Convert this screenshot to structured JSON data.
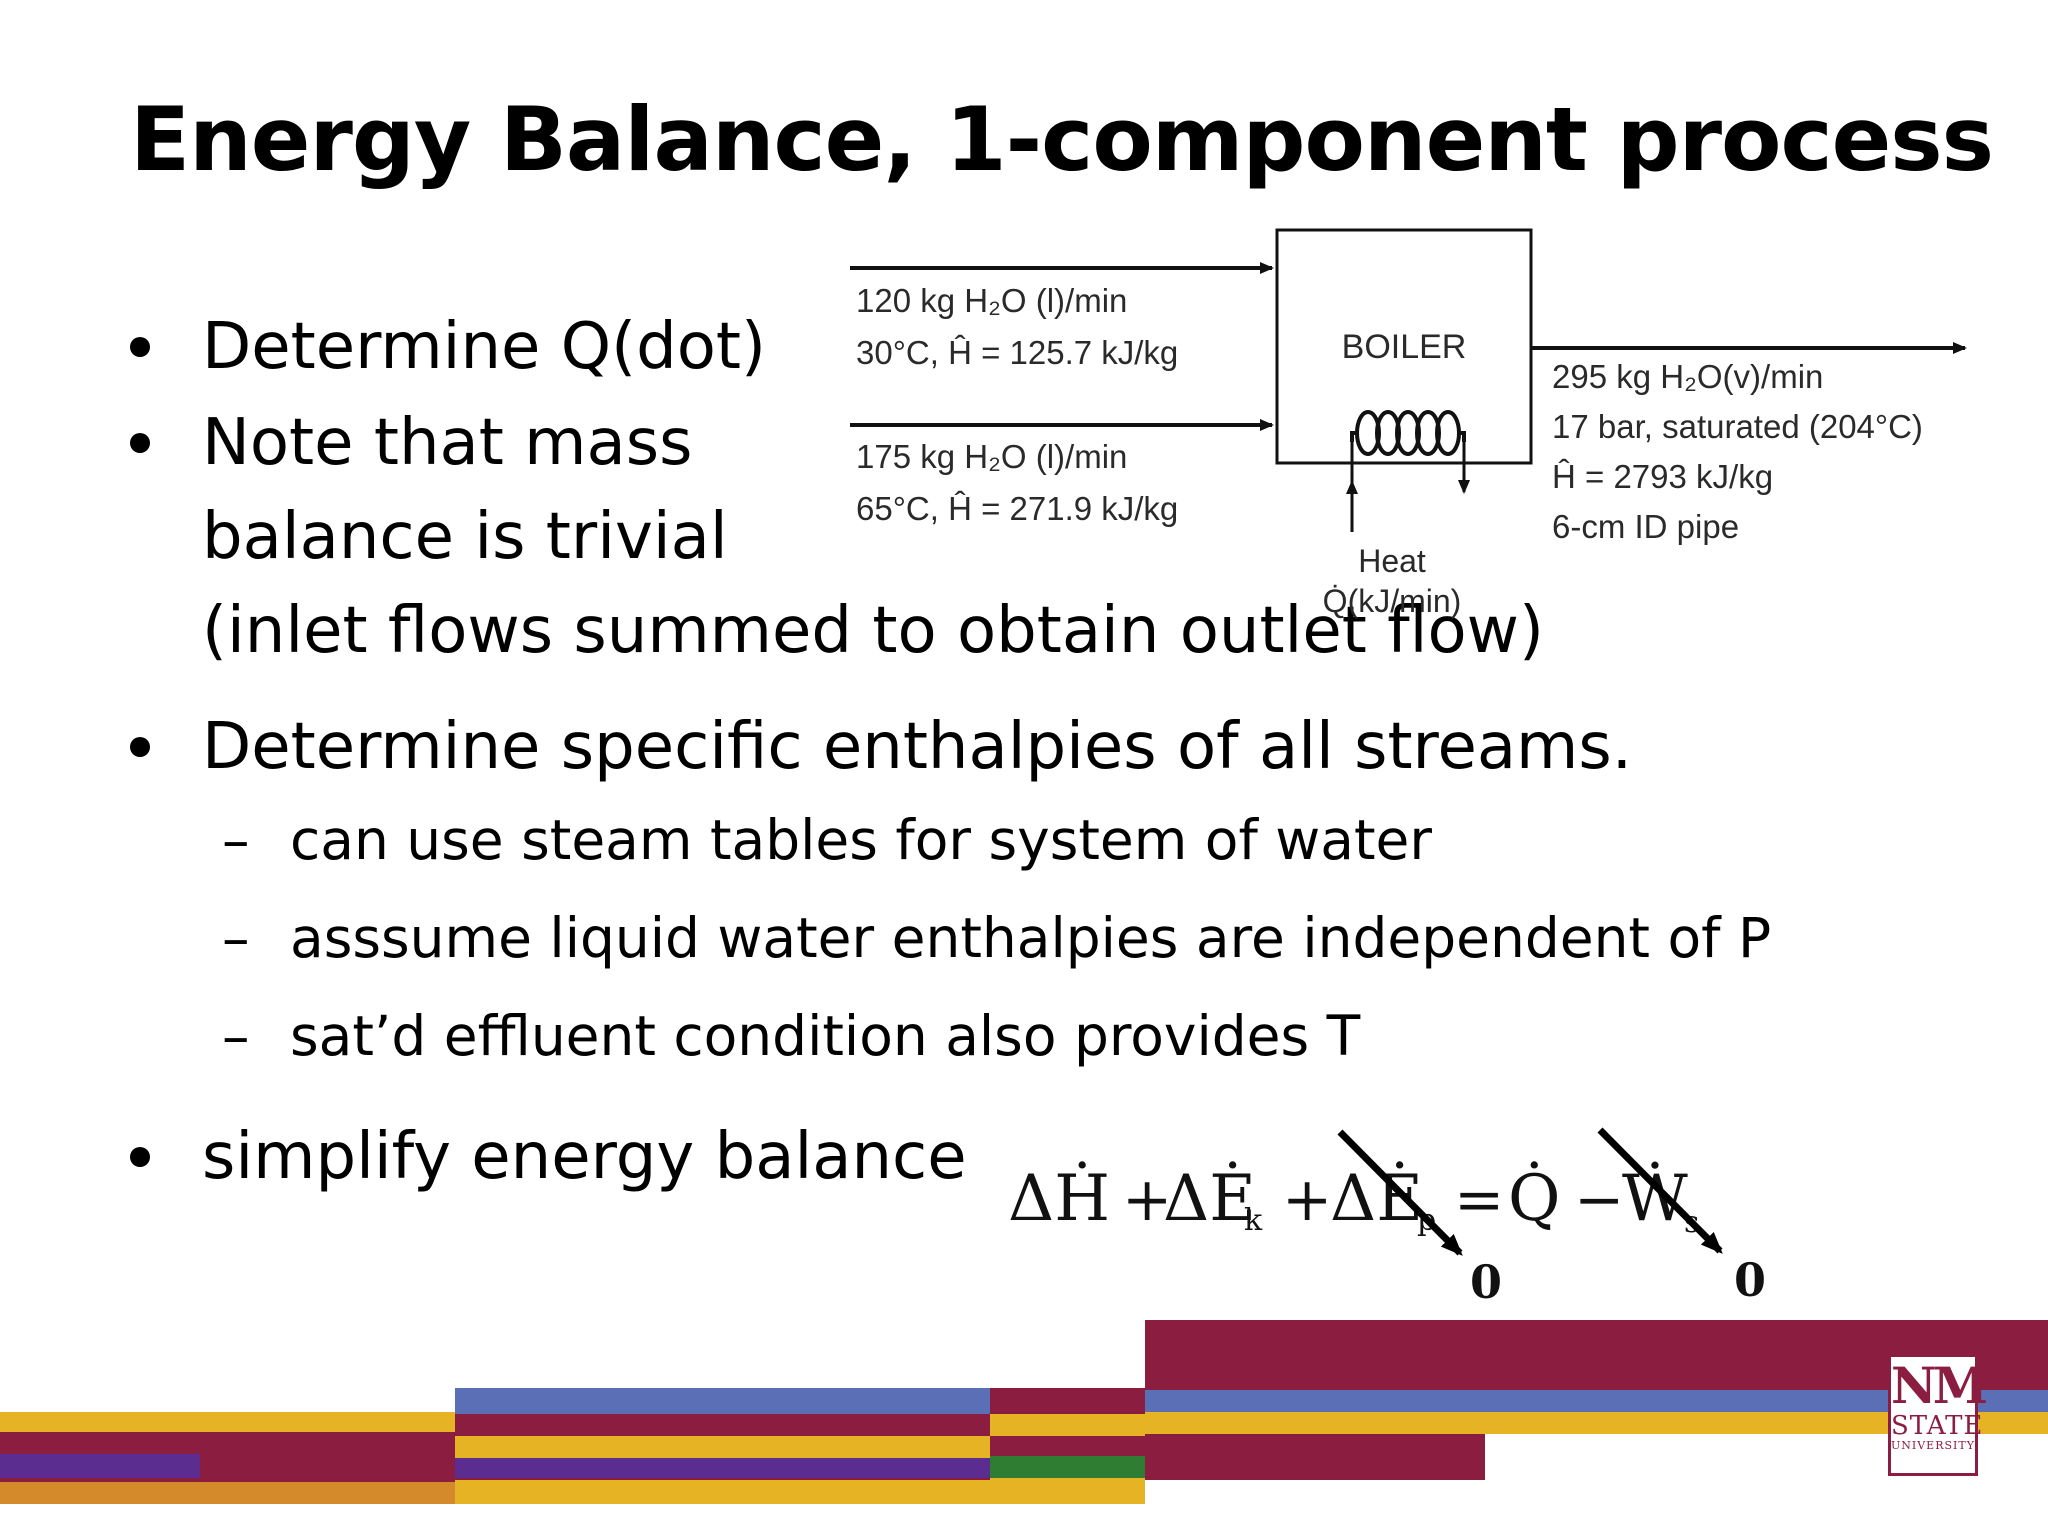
{
  "slide": {
    "title": "Energy Balance, 1-component process",
    "bullets": [
      {
        "lines": [
          "Determine Q(dot)"
        ]
      },
      {
        "lines": [
          "Note that mass",
          "balance is trivial",
          "(inlet flows summed to obtain outlet flow)"
        ]
      },
      {
        "lines": [
          "Determine specific enthalpies of all streams."
        ],
        "subs": [
          "can use steam tables for system of water",
          "asssume liquid water enthalpies are independent of P",
          "sat’d effluent condition also provides T"
        ]
      },
      {
        "lines": [
          "simplify energy balance"
        ]
      }
    ],
    "sub_dash": "–"
  },
  "diagram": {
    "boiler_label": "BOILER",
    "inlet1_line1": "120 kg H₂O (l)/min",
    "inlet1_line2": "30°C, Ĥ = 125.7 kJ/kg",
    "inlet2_line1": "175 kg H₂O (l)/min",
    "inlet2_line2": "65°C, Ĥ = 271.9 kJ/kg",
    "outlet_line1": "295  kg H₂O(v)/min",
    "outlet_line2": "17 bar, saturated (204°C)",
    "outlet_line3": "Ĥ = 2793 kJ/kg",
    "outlet_line4": "6-cm ID pipe",
    "heat_label": "Heat",
    "heat_rate": "Q̇(kJ/min)"
  },
  "equation": {
    "terms": [
      "ΔḢ",
      "+",
      "ΔĖ",
      "k",
      "+",
      "ΔĖ",
      "p",
      "=",
      "Q̇",
      "−",
      "Ẇ",
      "s"
    ],
    "zero_1": "0",
    "zero_2": "0"
  },
  "logo": {
    "line1": "NM",
    "line2": "STATE",
    "line3": "UNIVERSITY"
  },
  "colors": {
    "maroon": "#8b1d41",
    "gold": "#e6b325",
    "blue": "#5a6fb5",
    "purple": "#5c2d91",
    "green": "#2e7d32",
    "orange": "#d4892a"
  }
}
